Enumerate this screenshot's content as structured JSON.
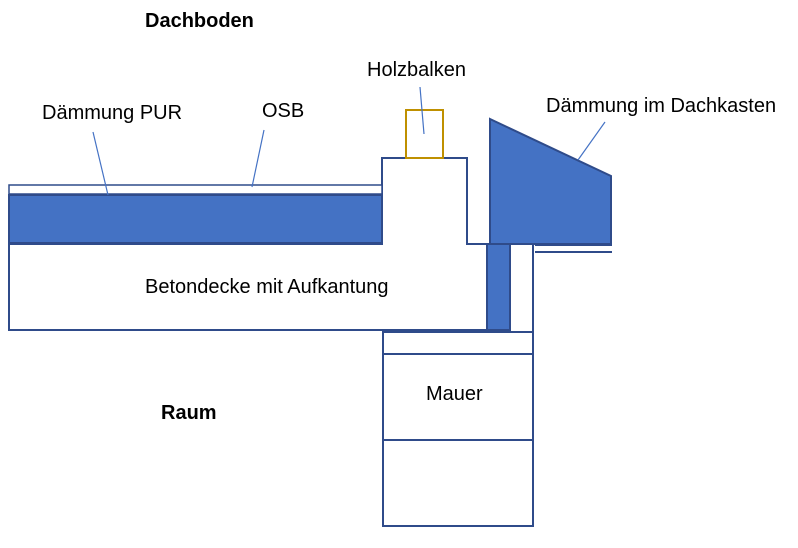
{
  "labels": {
    "attic": "Dachboden",
    "room": "Raum",
    "insulation_pur": "Dämmung PUR",
    "osb": "OSB",
    "timber_beam": "Holzbalken",
    "insulation_roof_box": "Dämmung im Dachkasten",
    "concrete_slab": "Betondecke mit Aufkantung",
    "wall": "Mauer"
  },
  "colors": {
    "outline": "#2f4b8a",
    "insulation_fill": "#4472c4",
    "beam_outline": "#bf9000",
    "leader_line": "#4472c4"
  }
}
